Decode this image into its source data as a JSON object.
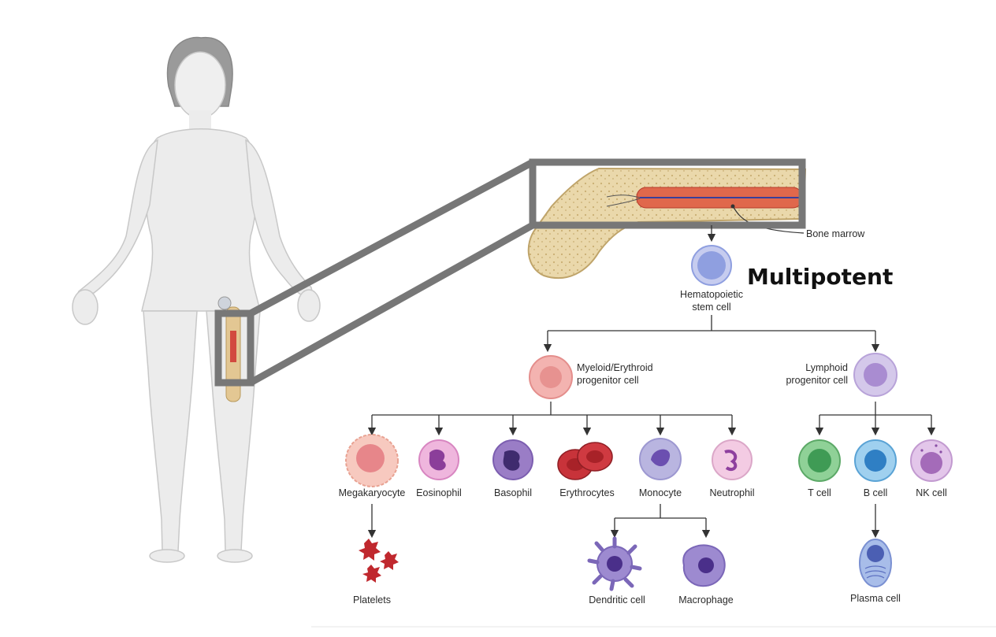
{
  "labels": {
    "bone_marrow": "Bone marrow",
    "multipotent": "Multipotent",
    "hsc_line1": "Hematopoietic",
    "hsc_line2": "stem cell",
    "myeloid_line1": "Myeloid/Erythroid",
    "myeloid_line2": "progenitor cell",
    "lymphoid_line1": "Lymphoid",
    "lymphoid_line2": "progenitor cell",
    "megakaryocyte": "Megakaryocyte",
    "eosinophil": "Eosinophil",
    "basophil": "Basophil",
    "erythrocytes": "Erythrocytes",
    "monocyte": "Monocyte",
    "neutrophil": "Neutrophil",
    "t_cell": "T cell",
    "b_cell": "B cell",
    "nk_cell": "NK cell",
    "platelets": "Platelets",
    "dendritic_cell": "Dendritic cell",
    "macrophage": "Macrophage",
    "plasma_cell": "Plasma cell"
  },
  "colors": {
    "hsc": "#8f9fe0",
    "myeloid": "#ee9a9a",
    "lymphoid": "#b8a3d9",
    "t_cell": "#6cc07a",
    "b_cell": "#6fb6e3",
    "nk_cell": "#c9a3d8",
    "erythrocyte": "#c8333a",
    "platelet": "#c0282e",
    "zoom_box": "#777777"
  }
}
